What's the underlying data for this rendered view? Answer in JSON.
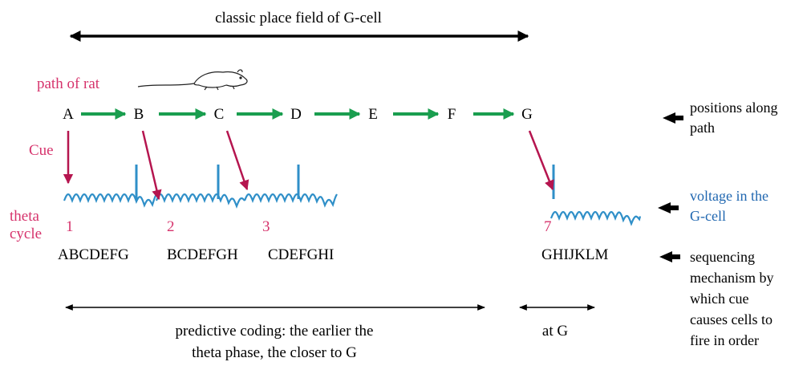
{
  "title": "classic place field of G-cell",
  "path_label": "path of rat",
  "positions": [
    "A",
    "B",
    "C",
    "D",
    "E",
    "F",
    "G"
  ],
  "cue_label": "Cue",
  "theta_label_line1": "theta",
  "theta_label_line2": "cycle",
  "cycle_numbers": [
    "1",
    "2",
    "3",
    "7"
  ],
  "sequences": [
    "ABCDEFG",
    "BCDEFGH",
    "CDEFGHI",
    "GHIJKLM"
  ],
  "right_labels": {
    "positions_line1": "positions along",
    "positions_line2": "path",
    "voltage_line1": "voltage in the",
    "voltage_line2": "G-cell",
    "seq_line1": "sequencing",
    "seq_line2": "mechanism by",
    "seq_line3": "which cue",
    "seq_line4": "causes cells to",
    "seq_line5": "fire in order"
  },
  "bottom_left_line1": "predictive coding: the earlier the",
  "bottom_left_line2": "theta phase, the closer to G",
  "bottom_right": "at G",
  "colors": {
    "text": "#000000",
    "accent_pink": "#d6336c",
    "cue_arrow": "#b5154f",
    "path_arrow": "#1a9e4f",
    "theta_wave": "#2f8fc8",
    "voltage_text": "#2067b0"
  },
  "icons": {
    "rat": "rat-icon"
  }
}
